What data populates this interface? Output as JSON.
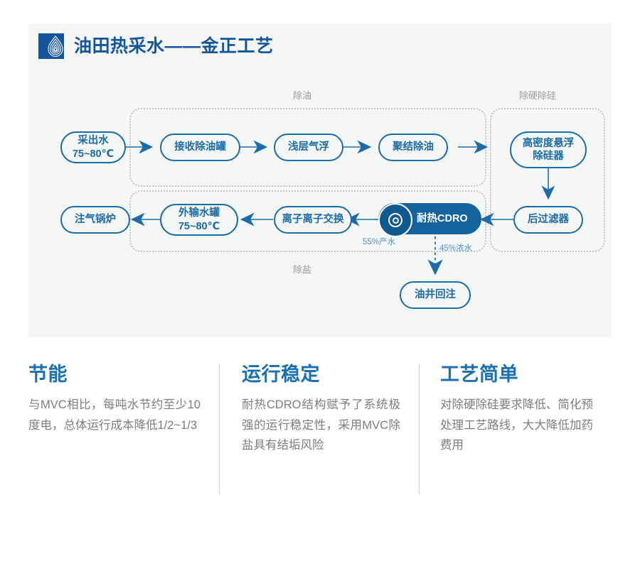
{
  "header": {
    "logo_icon": "water-drop-ripple-logo",
    "title": "油田热采水——金正工艺",
    "accent_color": "#15559e"
  },
  "diagram": {
    "groups": [
      {
        "id": "deoil",
        "label": "除油"
      },
      {
        "id": "desilica",
        "label": "除硬除硅"
      },
      {
        "id": "desalt",
        "label": "除盐"
      }
    ],
    "nodes": [
      {
        "id": "produced-water",
        "label": "采出水\n75~80℃"
      },
      {
        "id": "receiving-tank",
        "label": "接收除油罐"
      },
      {
        "id": "shallow-air-flotation",
        "label": "浅层气浮"
      },
      {
        "id": "coalescence-deoiling",
        "label": "聚结除油"
      },
      {
        "id": "high-density-desilicator",
        "label": "高密度悬浮\n除硅器"
      },
      {
        "id": "post-filter",
        "label": "后过滤器"
      },
      {
        "id": "heat-resistant-cdro",
        "label": "耐热CDRO",
        "icon": "concentric-ring-icon",
        "style": "filled"
      },
      {
        "id": "ion-exchange",
        "label": "离子离子交换"
      },
      {
        "id": "export-water-tank",
        "label": "外输水罐\n75~80℃"
      },
      {
        "id": "steam-injection-boiler",
        "label": "注气锅炉"
      },
      {
        "id": "well-reinjection",
        "label": "油井回注"
      }
    ],
    "edge_labels": [
      {
        "id": "permeate",
        "text": "55%产水"
      },
      {
        "id": "concentrate",
        "text": "45%浓水"
      }
    ],
    "colors": {
      "node_border": "#1c6ca8",
      "node_text": "#1c6ca8",
      "filled_node": "#14639f",
      "group_border": "#c3c4c6",
      "group_label": "#9a9ca0",
      "edge_label": "#4b93d1",
      "panel_bg": "#f5f6f6"
    }
  },
  "features": [
    {
      "id": "energy-saving",
      "title": "节能",
      "body": "与MVC相比，每吨水节约至少10度电，总体运行成本降低1/2~1/3"
    },
    {
      "id": "stable-operation",
      "title": "运行稳定",
      "body": "耐热CDRO结构赋予了系统极强的运行稳定性，采用MVC除盐具有结垢风险"
    },
    {
      "id": "simple-process",
      "title": "工艺简单",
      "body": "对除硬除硅要求降低、简化预处理工艺路线，大大降低加药费用"
    }
  ]
}
